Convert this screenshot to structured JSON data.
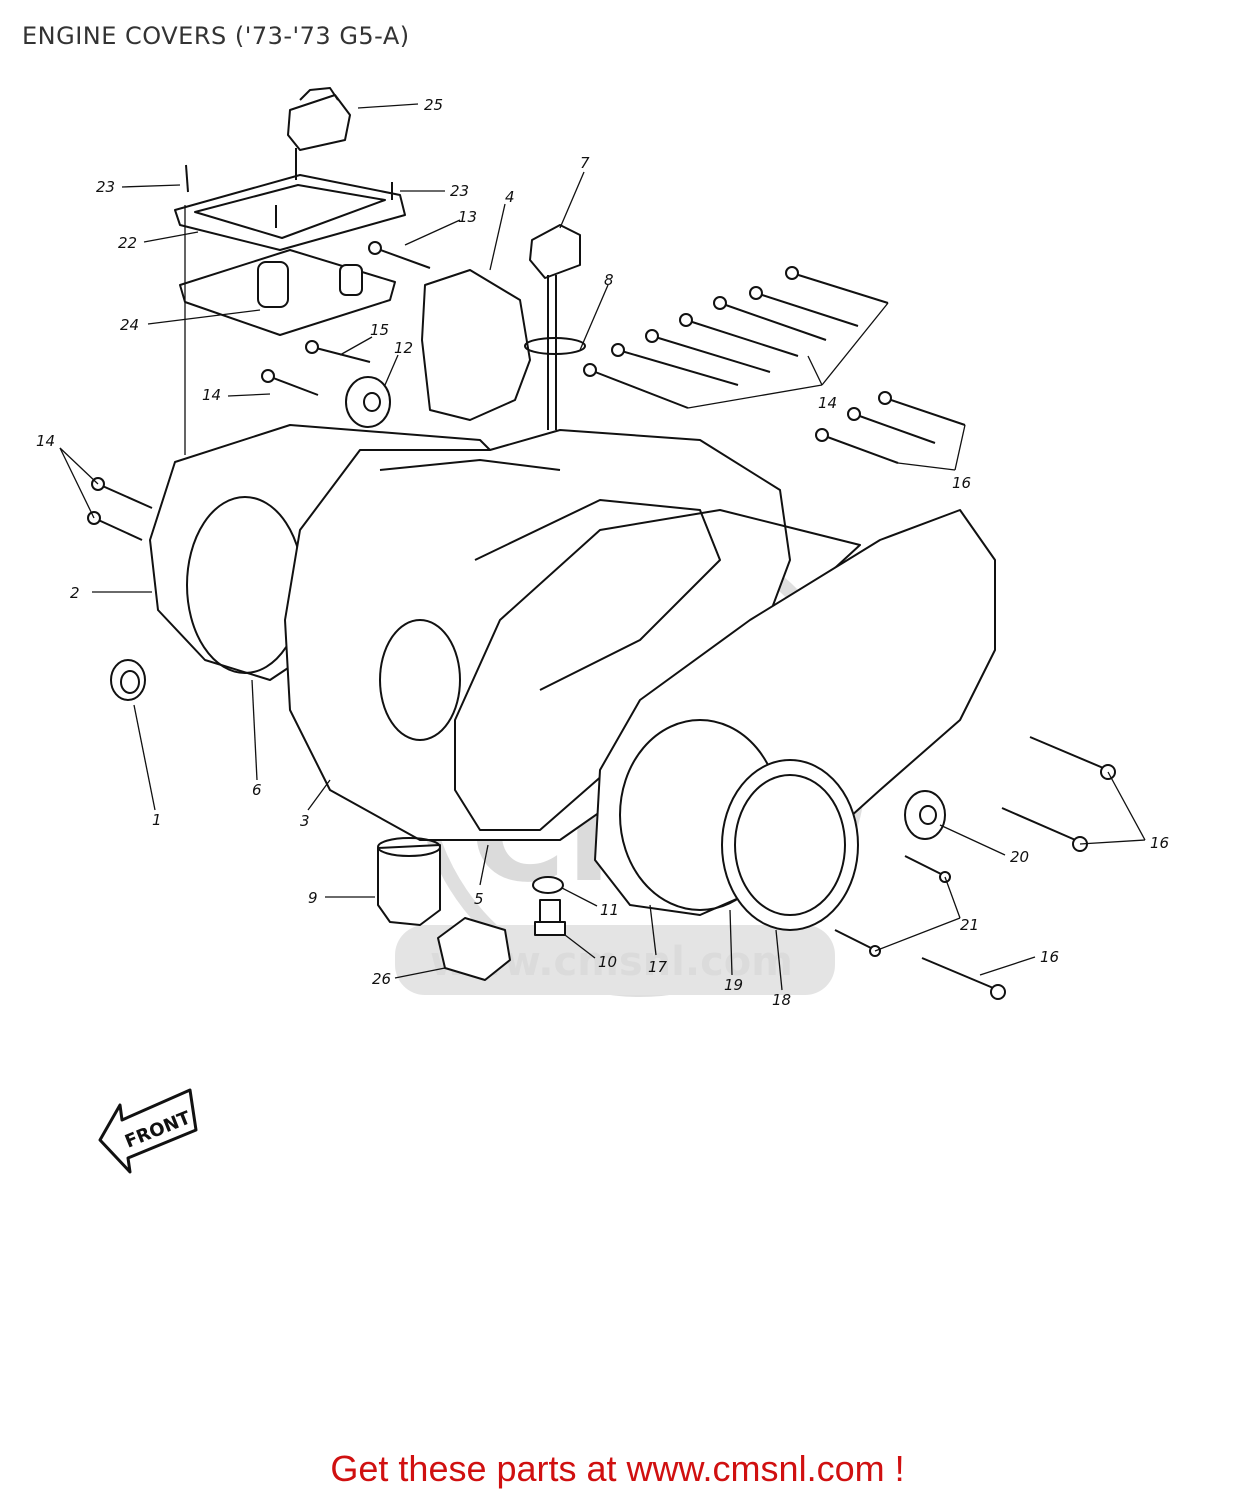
{
  "title": "ENGINE COVERS ('73-'73 G5-A)",
  "footer": "Get these parts at www.cmsnl.com !",
  "watermark": {
    "logo": "CMS",
    "url": "www.cmsnl.com"
  },
  "front_label": "FRONT",
  "callouts": [
    {
      "id": "c25",
      "label": "25"
    },
    {
      "id": "c23a",
      "label": "23"
    },
    {
      "id": "c23b",
      "label": "23"
    },
    {
      "id": "c22",
      "label": "22"
    },
    {
      "id": "c13",
      "label": "13"
    },
    {
      "id": "c4",
      "label": "4"
    },
    {
      "id": "c7",
      "label": "7"
    },
    {
      "id": "c8",
      "label": "8"
    },
    {
      "id": "c24",
      "label": "24"
    },
    {
      "id": "c15",
      "label": "15"
    },
    {
      "id": "c12",
      "label": "12"
    },
    {
      "id": "c14a",
      "label": "14"
    },
    {
      "id": "c14b",
      "label": "14"
    },
    {
      "id": "c14c",
      "label": "14"
    },
    {
      "id": "c16a",
      "label": "16"
    },
    {
      "id": "c2",
      "label": "2"
    },
    {
      "id": "c1",
      "label": "1"
    },
    {
      "id": "c6",
      "label": "6"
    },
    {
      "id": "c3",
      "label": "3"
    },
    {
      "id": "c5",
      "label": "5"
    },
    {
      "id": "c9",
      "label": "9"
    },
    {
      "id": "c11",
      "label": "11"
    },
    {
      "id": "c10",
      "label": "10"
    },
    {
      "id": "c26",
      "label": "26"
    },
    {
      "id": "c17",
      "label": "17"
    },
    {
      "id": "c19",
      "label": "19"
    },
    {
      "id": "c18",
      "label": "18"
    },
    {
      "id": "c20",
      "label": "20"
    },
    {
      "id": "c16b",
      "label": "16"
    },
    {
      "id": "c21",
      "label": "21"
    },
    {
      "id": "c16c",
      "label": "16"
    }
  ]
}
